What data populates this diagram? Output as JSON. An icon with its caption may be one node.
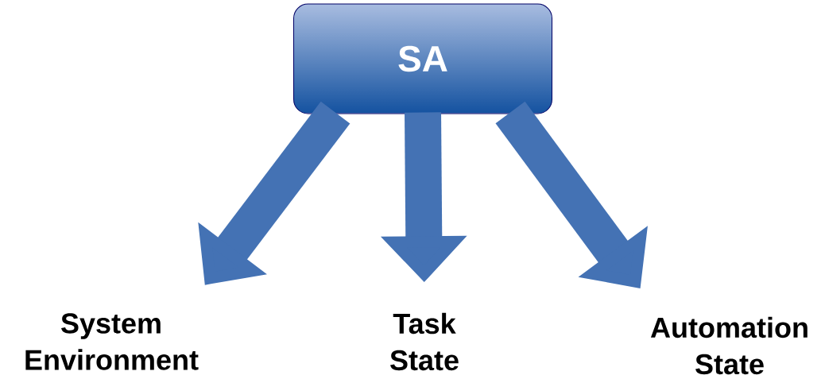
{
  "diagram": {
    "nodes": [
      {
        "text": [
          "SA"
        ]
      },
      {
        "text": [
          "System Environment"
        ]
      },
      {
        "text": [
          "Task State"
        ]
      },
      {
        "text": [
          "Automation State"
        ]
      }
    ],
    "edges": [
      {
        "from": 0,
        "to": 1,
        "arrow": "to"
      },
      {
        "from": 0,
        "to": 2,
        "arrow": "to"
      },
      {
        "from": 0,
        "to": 3,
        "arrow": "to"
      }
    ]
  }
}
